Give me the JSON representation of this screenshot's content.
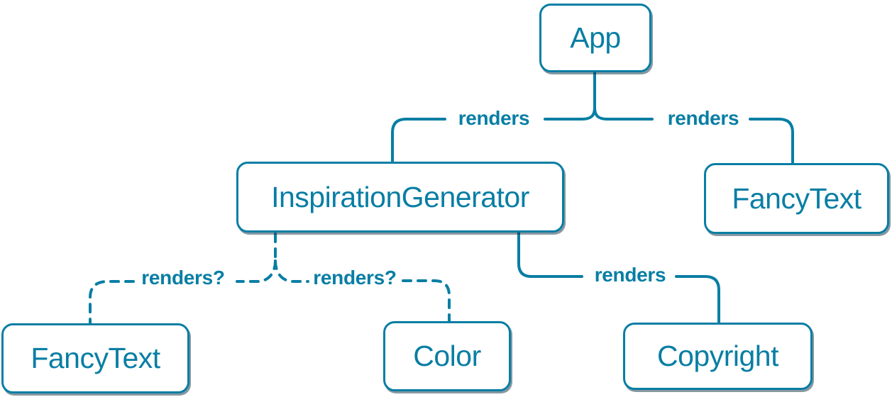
{
  "diagram": {
    "type": "component-render-tree",
    "colors": {
      "accent": "#087ea4",
      "node_bg": "#ffffff",
      "page_bg": "#ffffff",
      "shadow": "rgba(16,50,68,0.5)"
    },
    "nodes": [
      {
        "id": "app",
        "label": "App"
      },
      {
        "id": "inspiration-generator",
        "label": "InspirationGenerator"
      },
      {
        "id": "fancy-text-top",
        "label": "FancyText"
      },
      {
        "id": "fancy-text-bottom",
        "label": "FancyText"
      },
      {
        "id": "color",
        "label": "Color"
      },
      {
        "id": "copyright",
        "label": "Copyright"
      }
    ],
    "edges": [
      {
        "from": "App",
        "to": "InspirationGenerator",
        "label": "renders",
        "style": "solid"
      },
      {
        "from": "App",
        "to": "FancyText",
        "label": "renders",
        "style": "solid"
      },
      {
        "from": "InspirationGenerator",
        "to": "Copyright",
        "label": "renders",
        "style": "solid"
      },
      {
        "from": "InspirationGenerator",
        "to": "FancyText",
        "label": "renders?",
        "style": "dashed"
      },
      {
        "from": "InspirationGenerator",
        "to": "Color",
        "label": "renders?",
        "style": "dashed"
      }
    ]
  }
}
